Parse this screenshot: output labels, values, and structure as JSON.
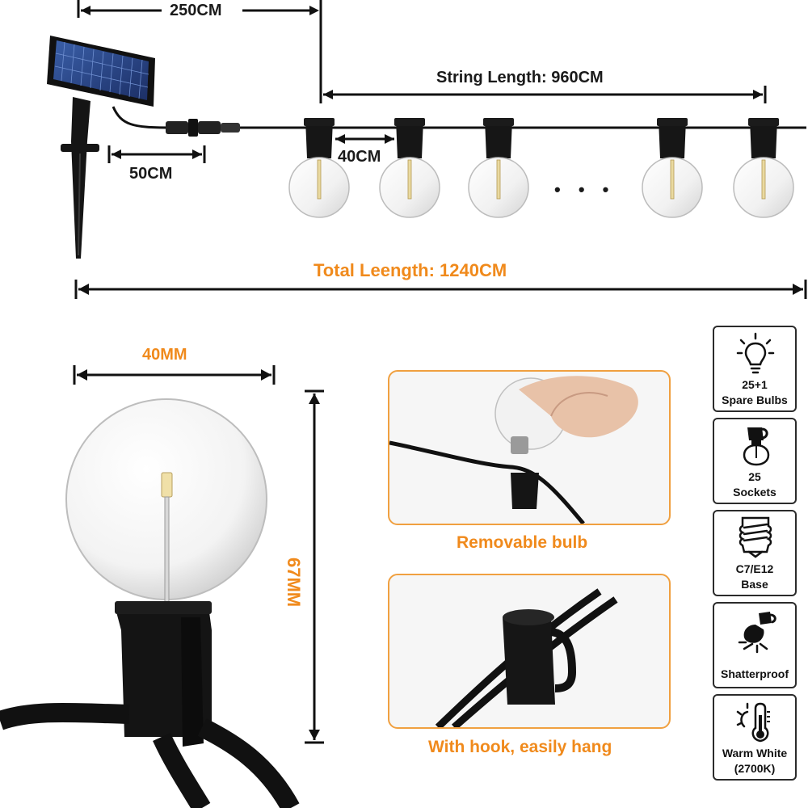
{
  "dimensions": {
    "solar_cable": "250CM",
    "string_length": "String Length: 960CM",
    "bulb_spacing": "40CM",
    "lead_cable": "50CM",
    "total_length": "Total Leength: 1240CM",
    "bulb_width": "40MM",
    "bulb_height": "67MM"
  },
  "callouts": {
    "removable": "Removable bulb",
    "hook": "With hook, easily hang"
  },
  "features": [
    {
      "icon": "bulb-icon",
      "line1": "25+1",
      "line2": "Spare Bulbs"
    },
    {
      "icon": "socket-icon",
      "line1": "25",
      "line2": "Sockets"
    },
    {
      "icon": "screw-base-icon",
      "line1": "C7/E12",
      "line2": "Base"
    },
    {
      "icon": "broken-bulb-icon",
      "line1": "",
      "line2": "Shatterproof"
    },
    {
      "icon": "thermometer-icon",
      "line1": "Warm White",
      "line2": "(2700K)"
    }
  ],
  "ellipsis": "• • •",
  "colors": {
    "accent": "#f08a1c",
    "text": "#1a1a1a",
    "frame": "#f0a040"
  }
}
